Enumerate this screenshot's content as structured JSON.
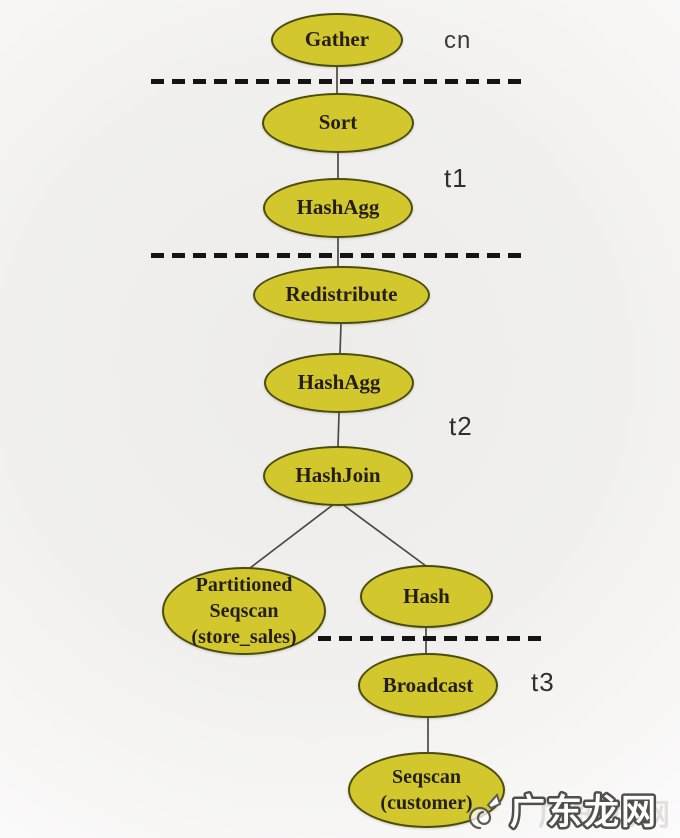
{
  "diagram": {
    "nodes": [
      {
        "id": "gather",
        "label": "Gather"
      },
      {
        "id": "sort",
        "label": "Sort"
      },
      {
        "id": "hashagg-t1",
        "label": "HashAgg"
      },
      {
        "id": "redistribute",
        "label": "Redistribute"
      },
      {
        "id": "hashagg-t2",
        "label": "HashAgg"
      },
      {
        "id": "hashjoin",
        "label": "HashJoin"
      },
      {
        "id": "partitioned-seqscan",
        "lines": [
          "Partitioned",
          "Seqscan",
          "(store_sales)"
        ]
      },
      {
        "id": "hash",
        "label": "Hash"
      },
      {
        "id": "broadcast",
        "label": "Broadcast"
      },
      {
        "id": "seqscan-customer",
        "lines": [
          "Seqscan",
          "(customer)"
        ]
      }
    ],
    "annotations": [
      {
        "id": "cn",
        "text": "cn"
      },
      {
        "id": "t1",
        "text": "t1"
      },
      {
        "id": "t2",
        "text": "t2"
      },
      {
        "id": "t3",
        "text": "t3"
      }
    ]
  },
  "colors": {
    "node_fill": "#d3c72e",
    "node_border": "#4b4d10",
    "node_text": "#241f1a",
    "edge": "#4a4a45",
    "dash": "#141414",
    "annotation": "#2e2e2e",
    "watermark_fill": "#ffffff",
    "watermark_stroke": "#4f4f4d"
  },
  "watermark": {
    "text": "广东龙网"
  }
}
